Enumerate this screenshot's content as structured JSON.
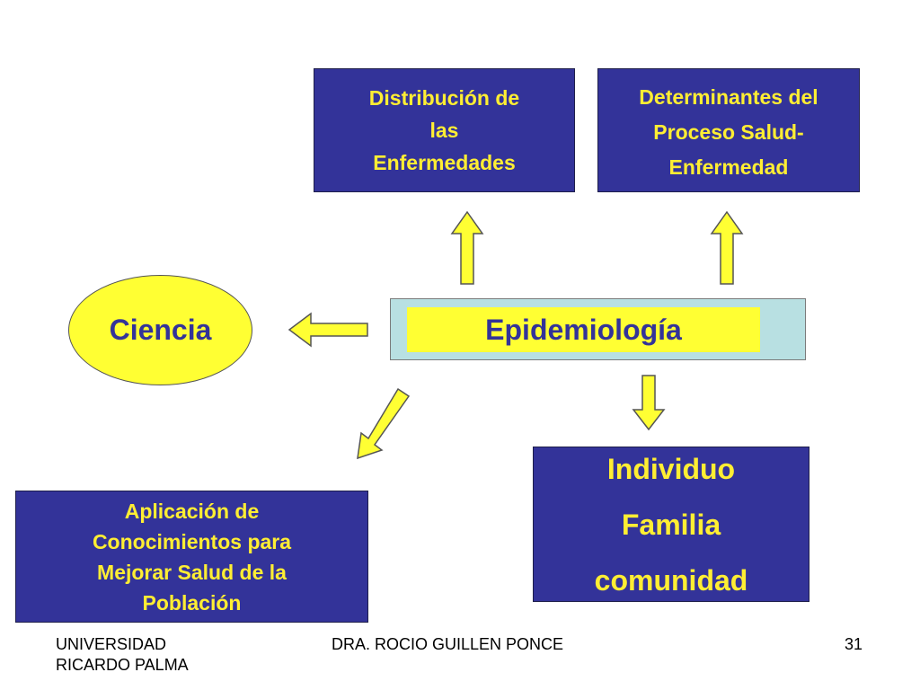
{
  "diagram": {
    "center": "Epidemiología",
    "left_node": "Ciencia",
    "top_left_box": [
      "Distribución de",
      "las",
      "Enfermedades"
    ],
    "top_right_box": [
      "Determinantes del",
      "Proceso Salud-",
      "Enfermedad"
    ],
    "bottom_left_box": [
      "Aplicación de",
      "Conocimientos para",
      "Mejorar Salud de la",
      "Población"
    ],
    "bottom_right_box": [
      "Individuo",
      "Familia",
      "comunidad"
    ]
  },
  "footer": {
    "left": "UNIVERSIDAD RICARDO PALMA",
    "center": "DRA. ROCIO GUILLEN PONCE",
    "page_number": "31"
  },
  "colors": {
    "box_fill": "#333399",
    "box_text": "#ffee33",
    "yellow": "#ffff33",
    "center_panel": "#b8e0e2"
  }
}
